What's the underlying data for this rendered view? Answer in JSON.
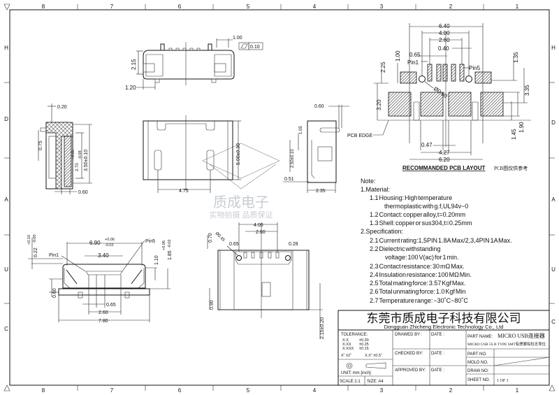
{
  "border": {
    "top_numbers": [
      "8",
      "7",
      "6",
      "5",
      "4",
      "3",
      "2",
      "1"
    ],
    "bottom_numbers": [
      "8",
      "7",
      "6",
      "5",
      "4",
      "3",
      "2",
      "1"
    ],
    "left_letters": [
      "H",
      "D",
      "A",
      "U",
      "C"
    ],
    "right_letters": [
      "H",
      "D",
      "A",
      "U",
      "C"
    ]
  },
  "views": {
    "top_view": {
      "d1": "1.00",
      "flatness": "0.10",
      "d2": "2.15",
      "d3": "1.20"
    },
    "side_view": {
      "d1": "0.20",
      "d2": "0.75",
      "d3": "2.70",
      "d3_tol_up": "+0.05",
      "d3_tol_dn": "-0.08",
      "d4": "3.50±0.10",
      "d5": "0.60"
    },
    "front_view": {
      "d1": "5.00±0.30",
      "d2": "4.75"
    },
    "right_view": {
      "d1": "0.60",
      "d2": "1.05",
      "d3": "2.50±0.10",
      "d4": "0.51",
      "d5": "2.35",
      "pcb_edge": "PCB EDGE"
    },
    "end_view": {
      "d1": "0.22",
      "d1_tol_up": "+0.10",
      "d1_tol_dn": "-0.00",
      "d2": "6.90",
      "d2_tol_up": "+0.06",
      "d2_tol_dn": "-0.02",
      "pin1": "Pin1",
      "pin5": "Pin5",
      "d3": "3.40",
      "d4": "1.10",
      "d5": "1.85",
      "d5_tol_up": "+0.06",
      "d5_tol_dn": "-0.02",
      "d6": "0.60",
      "d7": "0.65",
      "d8": "2.60",
      "d9": "7.80"
    },
    "bottom_view": {
      "d1": "4.00",
      "d2": "2.60",
      "d3": "0.70",
      "d4": "Ø0.45",
      "d5": "0.65",
      "d6": "0.28",
      "d7": "0.90",
      "d8": "2.15±0.20"
    },
    "pcb_layout": {
      "d1": "6.40",
      "d2": "4.00",
      "d3": "2.60",
      "d4": "0.40",
      "d5": "0.65",
      "pin1": "Pin1",
      "pin5": "Pin5",
      "d6": "1.00",
      "d7": "2.25",
      "d8": "1.35",
      "d9": "Ø0.60",
      "d10": "3.35",
      "d11": "3.20",
      "d12": "1.45",
      "d13": "1.90",
      "d14": "0.47",
      "d15": "4.27",
      "d16": "6.20",
      "title": "RECOMMANDED PCB LAYOUT",
      "note_cn": "PCB图仅供参考"
    }
  },
  "notes": {
    "heading": "Note:",
    "lines": [
      "1.Material:",
      "1.1  Housing:  High  temperature",
      "thermoplastic  with  g.f,UL94v−0",
      "1.2  Contact:  copper  alloy,t=0.20mm",
      "1.3  Shell:  copper  or  sus304,t=0.25mm",
      "2.Specification:",
      "2.1  Current  rating:1,5PIN  1.8A  Max/2,3,4PIN  1A  Max.",
      "2.2  Dielectric  withstanding",
      "voltage:  100  V(ac)  for  1  min.",
      "2.3  Contact  resistance:  30  mΩ  Max.",
      "2.4  Insulation  resistance:  100  MΩ  Min.",
      "2.5  Total  mating  force:  3.57  Kgf  Max.",
      "2.6  Total  unmating  force:  1.0  Kgf  Min",
      "2.7  Temperature  range:  −30˚C~80˚C"
    ]
  },
  "watermark": {
    "line1": "质成电子",
    "line2": "实物拍摄 品质保证"
  },
  "title_block": {
    "company_cn": "东莞市质成电子科技有限公司",
    "company_en": "Dongguan  Zhicheng  Electronic  Technology  Co.,  Ltd",
    "tolerance_label": "TOLERANCE:",
    "tol": [
      [
        "X.X",
        "±0.30"
      ],
      [
        "X.XX",
        "±0.25"
      ],
      [
        "X.XXX",
        "±0.15"
      ]
    ],
    "angle_tol_1": "X˚ ±2˚",
    "angle_tol_2": "X.X˚ ±0.5˚",
    "unit": "UNIT:  mm  [inch]",
    "scale": "SCALE:1:1",
    "size": "SIZE:  A4",
    "drawed_by": "DRAWED  BY :",
    "checked_by": "CHECKED  BY:",
    "approved_by": "APPROVED  BY:",
    "date": "DATE :",
    "part_name_label": "PART  NAME:",
    "part_name": "MICRO  USB连接器",
    "part_desc": "MICRO USB 5S B TYPE SMT有焊脚有柱无导位",
    "part_no_label": "PART  NO.",
    "mold_no_label": "MOLD  NO.",
    "draw_no_label": "DRAW  NO:",
    "sheet_no_label": "SHEET  NO.",
    "sheet_no": "1  OF  1"
  }
}
